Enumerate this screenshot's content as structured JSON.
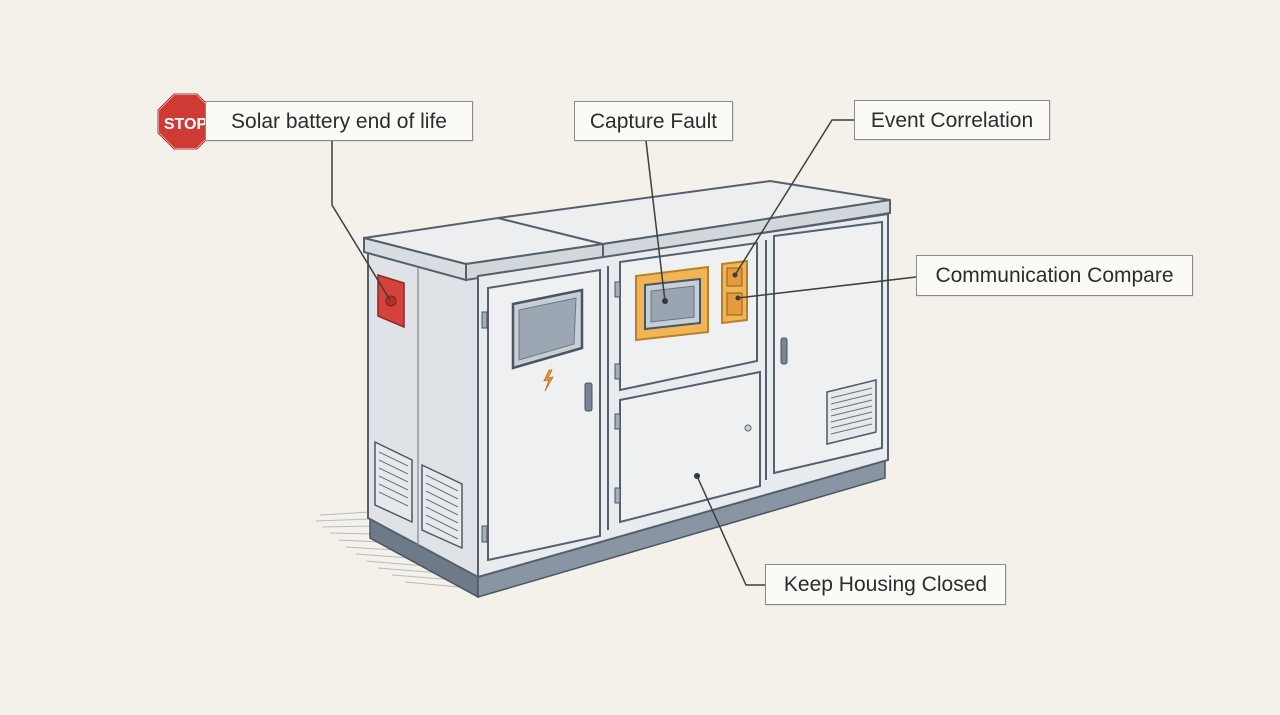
{
  "callouts": {
    "solar_battery": "Solar battery end of life",
    "capture_fault": "Capture Fault",
    "event_correlation": "Event Correlation",
    "communication_compare": "Communication Compare",
    "keep_housing_closed": "Keep Housing Closed"
  },
  "stop_sign": {
    "text": "STOP",
    "color": "#d03a35"
  },
  "colors": {
    "background": "#f4f1ea",
    "cabinet_fill": "#e8ebee",
    "cabinet_outline": "#55606c",
    "base_plinth": "#7f8a99",
    "highlight_orange": "#f1b556",
    "emergency_red": "#d4433b"
  }
}
